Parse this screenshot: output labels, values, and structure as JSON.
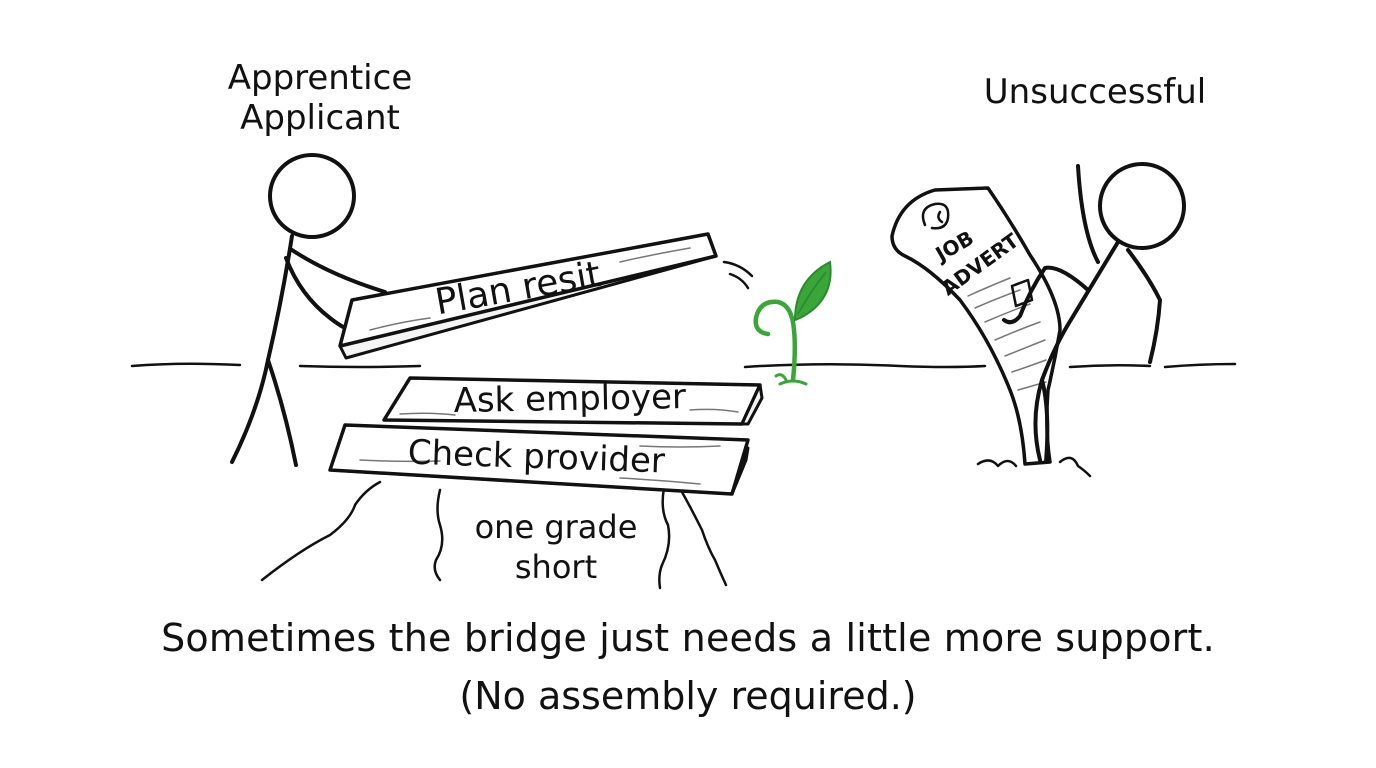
{
  "labels": {
    "applicant_line1": "Apprentice",
    "applicant_line2": "Applicant",
    "unsuccessful": "Unsuccessful"
  },
  "planks": {
    "top": "Plan resit",
    "middle": "Ask employer",
    "bottom": "Check provider"
  },
  "gap": {
    "line1": "one grade",
    "line2": "short"
  },
  "newspaper": {
    "line1": "JOB",
    "line2": "ADVERT"
  },
  "caption": {
    "line1": "Sometimes the bridge just needs a little more support.",
    "line2": "(No assembly required.)"
  },
  "colors": {
    "ink": "#111111",
    "sprout": "#3aa63a",
    "background": "#ffffff"
  },
  "icons": {
    "sprout": "sprout-icon",
    "newspaper": "newspaper-icon"
  }
}
